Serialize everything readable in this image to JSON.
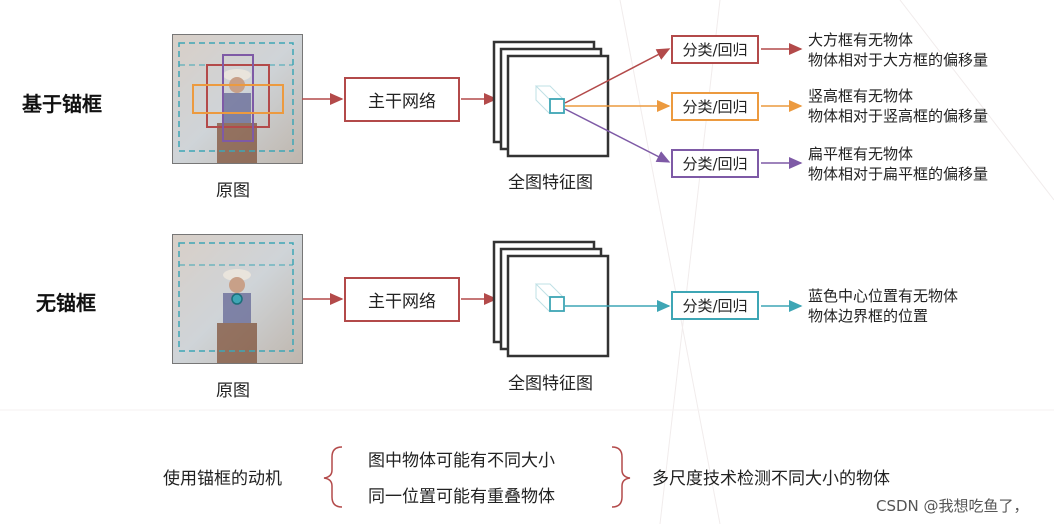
{
  "rows": [
    {
      "title": "基于锚框",
      "image_caption": "原图",
      "backbone_label": "主干网络",
      "feature_map_caption": "全图特征图",
      "outputs": [
        {
          "label": "分类/回归",
          "color": "#b34a4a",
          "line1": "大方框有无物体",
          "line2": "物体相对于大方框的偏移量"
        },
        {
          "label": "分类/回归",
          "color": "#ec9a3f",
          "line1": "竖高框有无物体",
          "line2": "物体相对于竖高框的偏移量"
        },
        {
          "label": "分类/回归",
          "color": "#7e5aa6",
          "line1": "扁平框有无物体",
          "line2": "物体相对于扁平框的偏移量"
        }
      ]
    },
    {
      "title": "无锚框",
      "image_caption": "原图",
      "backbone_label": "主干网络",
      "feature_map_caption": "全图特征图",
      "outputs": [
        {
          "label": "分类/回归",
          "color": "#3ea6b5",
          "line1": "蓝色中心位置有无物体",
          "line2": "物体边界框的位置"
        }
      ]
    }
  ],
  "motivation": {
    "label": "使用锚框的动机",
    "reasons": [
      "图中物体可能有不同大小",
      "同一位置可能有重叠物体"
    ],
    "conclusion": "多尺度技术检测不同大小的物体"
  },
  "watermark": "CSDN @我想吃鱼了，",
  "colors": {
    "arrow_red": "#b34a4a",
    "orange": "#ec9a3f",
    "purple": "#7e5aa6",
    "teal": "#3ea6b5"
  }
}
